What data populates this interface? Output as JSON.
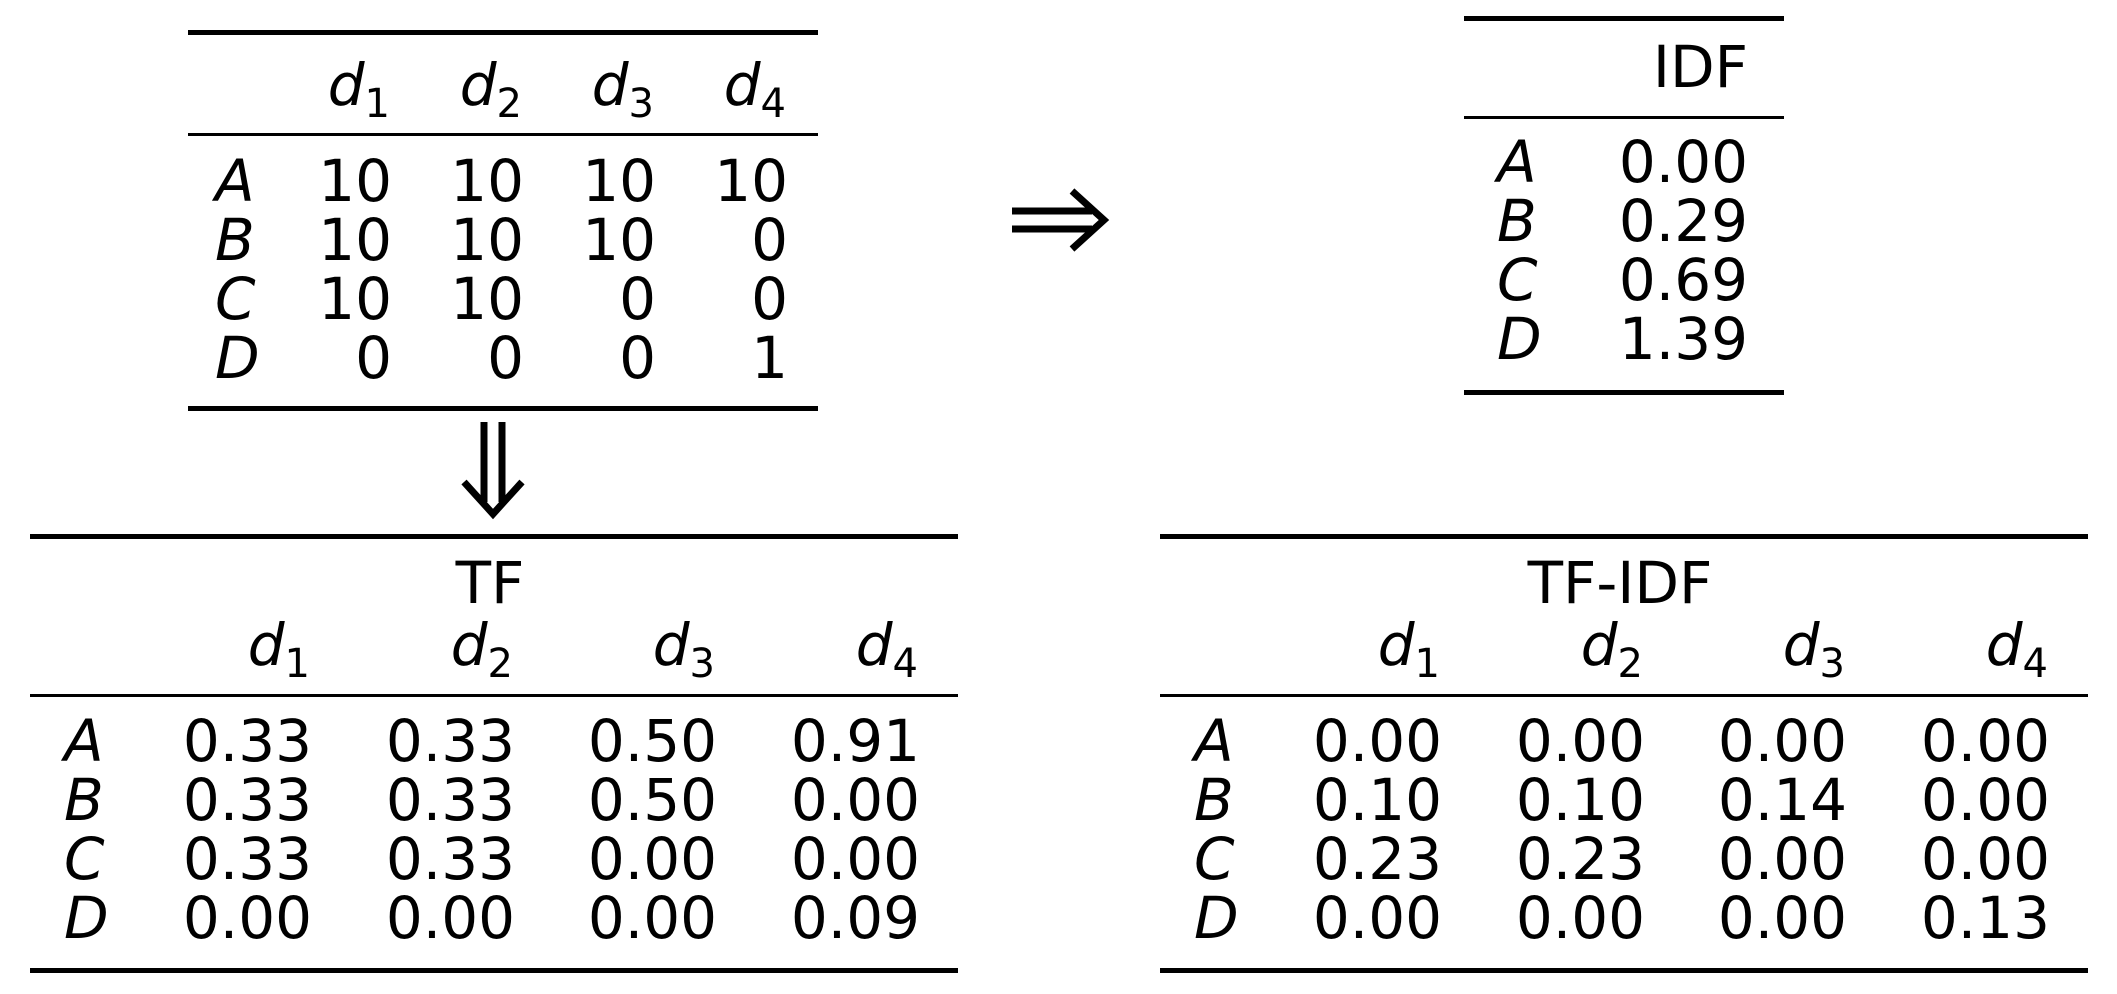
{
  "counts_table": {
    "columns": [
      "d1",
      "d2",
      "d3",
      "d4"
    ],
    "column_letters": [
      "d",
      "d",
      "d",
      "d"
    ],
    "column_subscripts": [
      "1",
      "2",
      "3",
      "4"
    ],
    "rows": [
      {
        "label": "A",
        "values": [
          "10",
          "10",
          "10",
          "10"
        ]
      },
      {
        "label": "B",
        "values": [
          "10",
          "10",
          "10",
          "0"
        ]
      },
      {
        "label": "C",
        "values": [
          "10",
          "10",
          "0",
          "0"
        ]
      },
      {
        "label": "D",
        "values": [
          "0",
          "0",
          "0",
          "1"
        ]
      }
    ]
  },
  "idf_table": {
    "header": "IDF",
    "rows": [
      {
        "label": "A",
        "value": "0.00"
      },
      {
        "label": "B",
        "value": "0.29"
      },
      {
        "label": "C",
        "value": "0.69"
      },
      {
        "label": "D",
        "value": "1.39"
      }
    ]
  },
  "tf_table": {
    "title": "TF",
    "column_letters": [
      "d",
      "d",
      "d",
      "d"
    ],
    "column_subscripts": [
      "1",
      "2",
      "3",
      "4"
    ],
    "rows": [
      {
        "label": "A",
        "values": [
          "0.33",
          "0.33",
          "0.50",
          "0.91"
        ]
      },
      {
        "label": "B",
        "values": [
          "0.33",
          "0.33",
          "0.50",
          "0.00"
        ]
      },
      {
        "label": "C",
        "values": [
          "0.33",
          "0.33",
          "0.00",
          "0.00"
        ]
      },
      {
        "label": "D",
        "values": [
          "0.00",
          "0.00",
          "0.00",
          "0.09"
        ]
      }
    ]
  },
  "tfidf_table": {
    "title": "TF-IDF",
    "column_letters": [
      "d",
      "d",
      "d",
      "d"
    ],
    "column_subscripts": [
      "1",
      "2",
      "3",
      "4"
    ],
    "rows": [
      {
        "label": "A",
        "values": [
          "0.00",
          "0.00",
          "0.00",
          "0.00"
        ]
      },
      {
        "label": "B",
        "values": [
          "0.10",
          "0.10",
          "0.14",
          "0.00"
        ]
      },
      {
        "label": "C",
        "values": [
          "0.23",
          "0.23",
          "0.00",
          "0.00"
        ]
      },
      {
        "label": "D",
        "values": [
          "0.00",
          "0.00",
          "0.00",
          "0.13"
        ]
      }
    ]
  },
  "arrows": {
    "right": "⇒",
    "down": "⇓"
  }
}
